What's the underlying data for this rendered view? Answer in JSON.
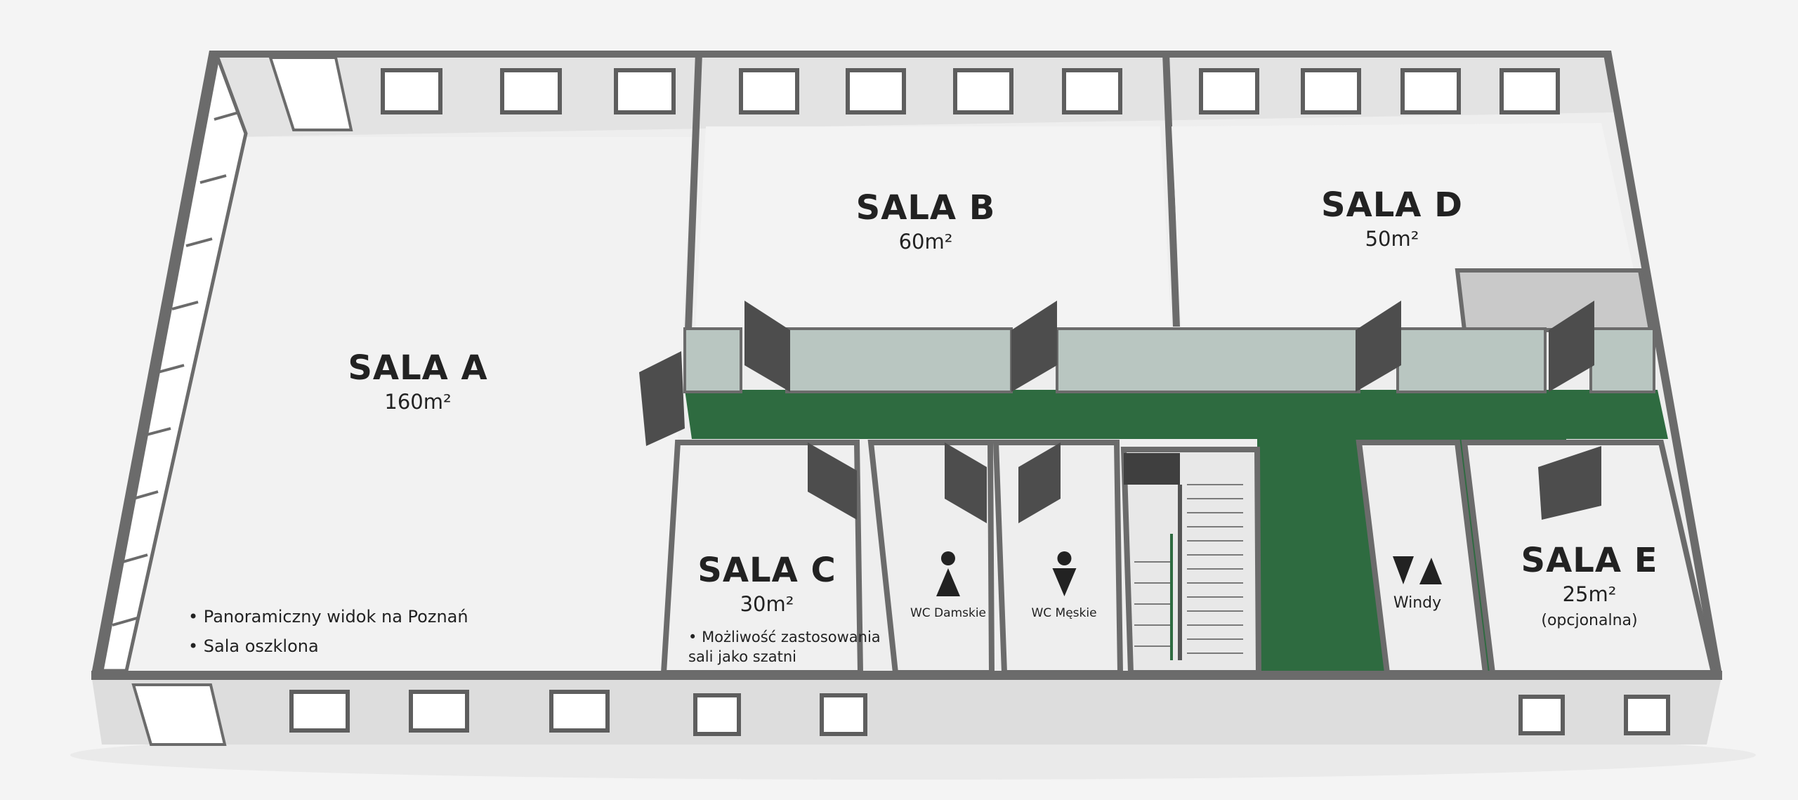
{
  "floor_plan": {
    "colors": {
      "background": "#f4f4f4",
      "floor": "#eeeeee",
      "wall_top": "#6b6b6b",
      "wall_face": "#e2e2e2",
      "window_glass": "#ffffff",
      "window_frame": "#5e5e5e",
      "corridor_carpet": "#2e6b40",
      "glass_partition": "#b9c6c1",
      "door": "#4d4d4d",
      "text": "#222222"
    },
    "rooms": {
      "sala_a": {
        "name": "SALA A",
        "area": "160m²",
        "features": [
          "Panoramiczny widok na Poznań",
          "Sala oszklona"
        ]
      },
      "sala_b": {
        "name": "SALA B",
        "area": "60m²"
      },
      "sala_c": {
        "name": "SALA C",
        "area": "30m²",
        "features": [
          "Możliwość zastosowania sali jako szatni"
        ]
      },
      "sala_d": {
        "name": "SALA D",
        "area": "50m²"
      },
      "sala_e": {
        "name": "SALA E",
        "area": "25m²",
        "note": "(opcjonalna)"
      },
      "wc_damskie": {
        "name": "WC Damskie",
        "icon": "female-restroom-icon"
      },
      "wc_meskie": {
        "name": "WC Męskie",
        "icon": "male-restroom-icon"
      },
      "windy": {
        "name": "Windy",
        "icon": "elevator-up-down-icon"
      },
      "stairs": {
        "icon": "staircase-icon"
      },
      "corridor": {
        "icon": "green-carpet-corridor"
      }
    }
  }
}
